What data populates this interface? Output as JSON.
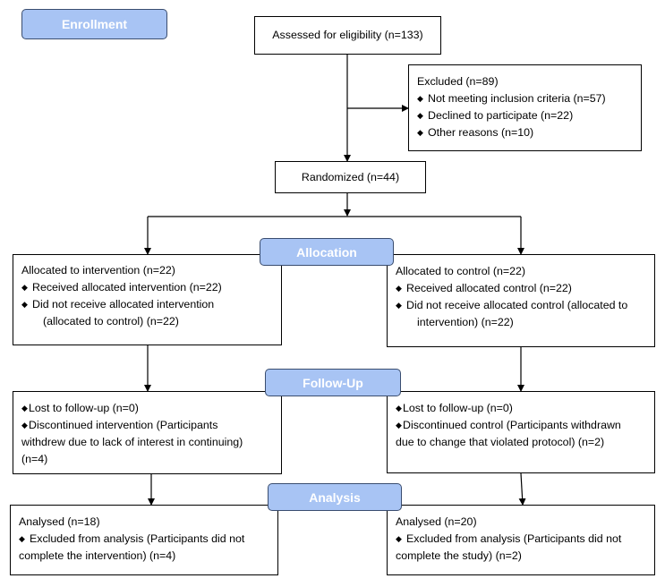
{
  "stages": {
    "enrollment": "Enrollment",
    "allocation": "Allocation",
    "followup": "Follow-Up",
    "analysis": "Analysis"
  },
  "assessed": "Assessed for eligibility (n=133)",
  "excluded": {
    "title": "Excluded (n=89)",
    "items": [
      "Not meeting inclusion criteria (n=57)",
      "Declined to participate (n=22)",
      "Other reasons (n=10)"
    ]
  },
  "randomized": "Randomized (n=44)",
  "allocation": {
    "intervention": {
      "title": "Allocated to intervention (n=22)",
      "received": "Received allocated intervention (n=22)",
      "not_received_line1": "Did not receive allocated intervention",
      "not_received_line2": "(allocated to control) (n=22)"
    },
    "control": {
      "title": "Allocated to control (n=22)",
      "received": "Received allocated control (n=22)",
      "not_received_line1": "Did not receive allocated control (allocated to",
      "not_received_line2": "intervention) (n=22)"
    }
  },
  "followup": {
    "intervention": {
      "lost": "Lost to follow-up (n=0)",
      "discontinued_line1": "Discontinued intervention (Participants",
      "discontinued_line2": "withdrew due to lack of interest in continuing)",
      "discontinued_line3": "(n=4)"
    },
    "control": {
      "lost": "Lost to follow-up (n=0)",
      "discontinued_line1": "Discontinued control (Participants withdrawn",
      "discontinued_line2": "due to change that violated protocol) (n=2)"
    }
  },
  "analysis": {
    "intervention": {
      "title": "Analysed (n=18)",
      "excluded_line1": "Excluded from analysis (Participants did not",
      "excluded_line2": "complete the intervention) (n=4)"
    },
    "control": {
      "title": "Analysed (n=20)",
      "excluded_line1": "Excluded from analysis (Participants did not",
      "excluded_line2": "complete the study) (n=2)"
    }
  }
}
